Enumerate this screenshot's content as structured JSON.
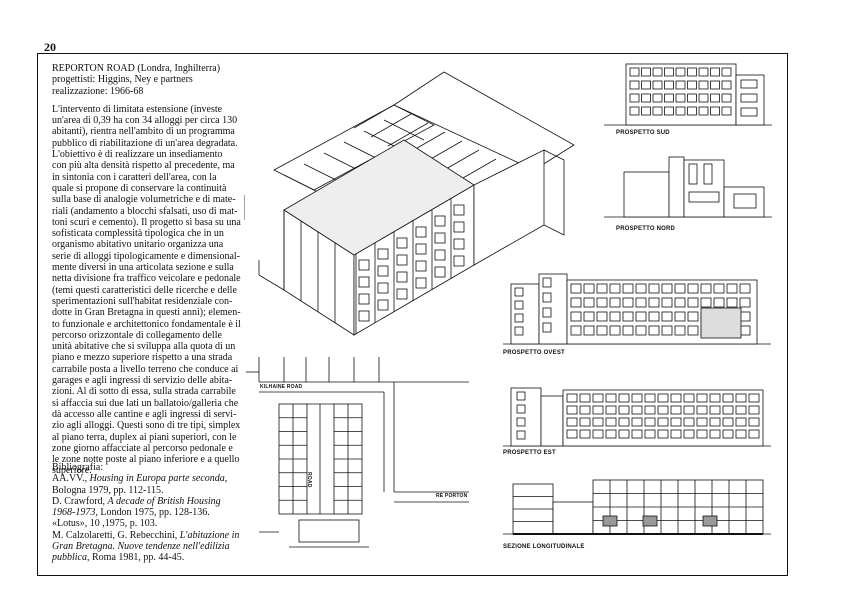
{
  "page_number": "20",
  "project": {
    "title": "REPORTON ROAD (Londra, Inghilterra)",
    "designers": "progettisti: Higgins, Ney e partners",
    "realization": "realizzazione: 1966-68",
    "body_lines": [
      "L'intervento di limitata estensione (investe",
      "un'area di 0,39 ha con 34 alloggi per circa 130",
      "abitanti), rientra nell'ambito di un programma",
      "pubblico di riabilitazione di un'area degradata.",
      "L'obiettivo è di realizzare un insediamento",
      "con più alta densità rispetto al precedente, ma",
      "in sintonia con i caratteri dell'area, con la",
      "quale si propone di conservare la continuità",
      "sulla base di analogie volumetriche e di mate-",
      "riali (andamento a blocchi sfalsati, uso di mat-",
      "toni scuri e cemento). Il progetto si basa su una",
      "sofisticata complessità tipologica che in un",
      "organismo abitativo unitario organizza una",
      "serie di alloggi tipologicamente e dimensional-",
      "mente diversi in una articolata sezione e sulla",
      "netta divisione fra traffico veicolare e pedonale",
      "(temi questi caratteristici delle ricerche e delle",
      "sperimentazioni sull'habitat residenziale con-",
      "dotte in Gran Bretagna in questi anni); elemen-",
      "to funzionale e architettonico fondamentale è il",
      "percorso orizzontale di collegamento delle",
      "unità abitative che si sviluppa alla quota di un",
      "piano e mezzo superiore rispetto a una strada",
      "carrabile posta a livello terreno che conduce ai",
      "garages e agli ingressi di servizio delle abita-",
      "zioni. Al di sotto di essa, sulla strada carrabile",
      "si affaccia sui due lati un ballatoio/galleria che",
      "dà accesso alle cantine e agli ingressi di servi-",
      "zio agli alloggi. Questi sono di tre tipi, simplex",
      "al piano terra, duplex ai piani superiori, con le",
      "zone giorno affacciate al percorso pedonale e",
      "le zone notte poste al piano inferiore e a quello",
      "superiore."
    ]
  },
  "bibliography": {
    "heading": "Bibliografia:",
    "entries": [
      {
        "pre": "AA.VV., ",
        "italic": "Housing in Europa parte seconda",
        "post": ","
      },
      {
        "pre": "",
        "italic": "",
        "post": "Bologna 1979, pp. 112-115."
      },
      {
        "pre": "D. Crawford, ",
        "italic": "A decade of British Housing",
        "post": ""
      },
      {
        "pre": "",
        "italic": "1968-1973",
        "post": ", London 1975, pp. 128-136."
      },
      {
        "pre": "«Lotus», 10 ,1975, p. 103.",
        "italic": "",
        "post": ""
      },
      {
        "pre": "M. Calzolaretti, G. Rebecchini, ",
        "italic": "L'abitazione in",
        "post": ""
      },
      {
        "pre": "",
        "italic": "Gran Bretagna. Nuove tendenze nell'edilizia",
        "post": ""
      },
      {
        "pre": "",
        "italic": "pubblica",
        "post": ", Roma 1981, pp. 44-45."
      }
    ]
  },
  "drawings": {
    "south_elevation": "PROSPETTO SUD",
    "north_elevation": "PROSPETTO NORD",
    "west_elevation": "PROSPETTO OVEST",
    "east_elevation": "PROSPETTO EST",
    "section": "SEZIONE LONGITUDINALE",
    "plan_street_top": "KILHAINE ROAD",
    "plan_street_right": "RE PORTON",
    "plan_inner_label": "ROAD"
  }
}
